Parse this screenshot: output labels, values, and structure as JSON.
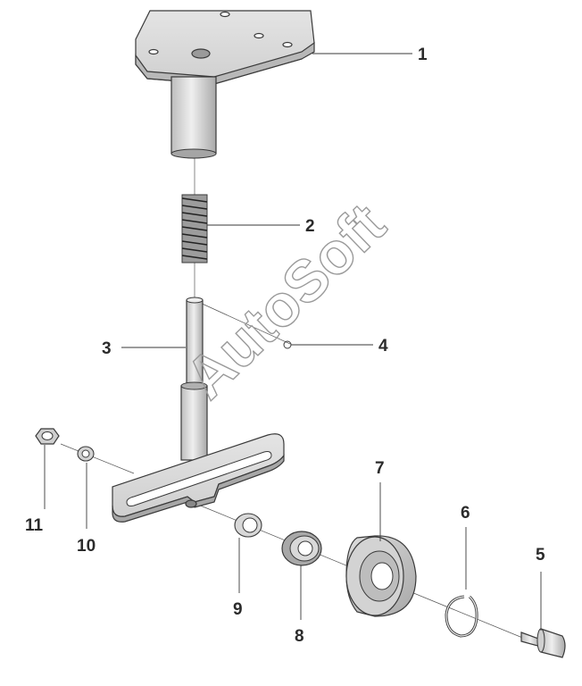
{
  "callouts": {
    "p1": "1",
    "p2": "2",
    "p3": "3",
    "p4": "4",
    "p5": "5",
    "p6": "6",
    "p7": "7",
    "p8": "8",
    "p9": "9",
    "p10": "10",
    "p11": "11"
  },
  "watermark": "AutoSoft"
}
